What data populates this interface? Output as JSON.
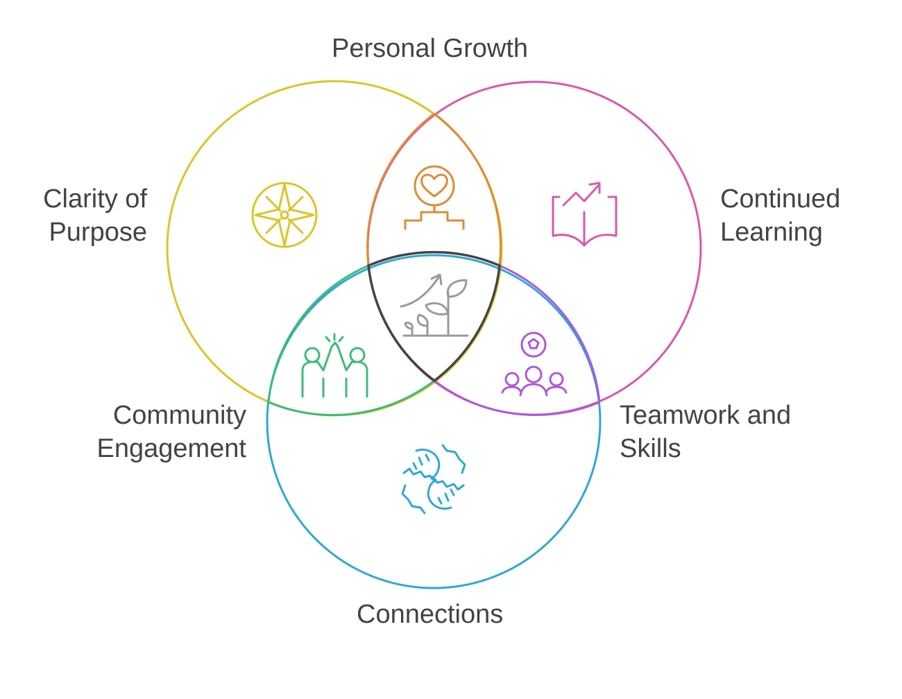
{
  "labels": {
    "personal_growth": "Personal Growth",
    "clarity_line1": "Clarity of",
    "clarity_line2": "Purpose",
    "learning_line1": "Continued",
    "learning_line2": "Learning",
    "community_line1": "Community",
    "community_line2": "Engagement",
    "teamwork_line1": "Teamwork and",
    "teamwork_line2": "Skills",
    "connections": "Connections"
  },
  "colors": {
    "clarity": "#DDC426",
    "learning": "#D957AC",
    "connections": "#2BA8D6",
    "personal_growth": "#E08A35",
    "community": "#3DBB78",
    "teamwork": "#B057DB",
    "center": "#444444",
    "center_icon": "#9A9A9A",
    "text": "#434343"
  },
  "icons": {
    "clarity": "compass-star-icon",
    "personal_growth": "heart-podium-icon",
    "learning": "book-growth-icon",
    "center": "growing-plant-icon",
    "community": "high-five-icon",
    "teamwork": "team-ball-icon",
    "connections": "fist-bump-icon"
  }
}
